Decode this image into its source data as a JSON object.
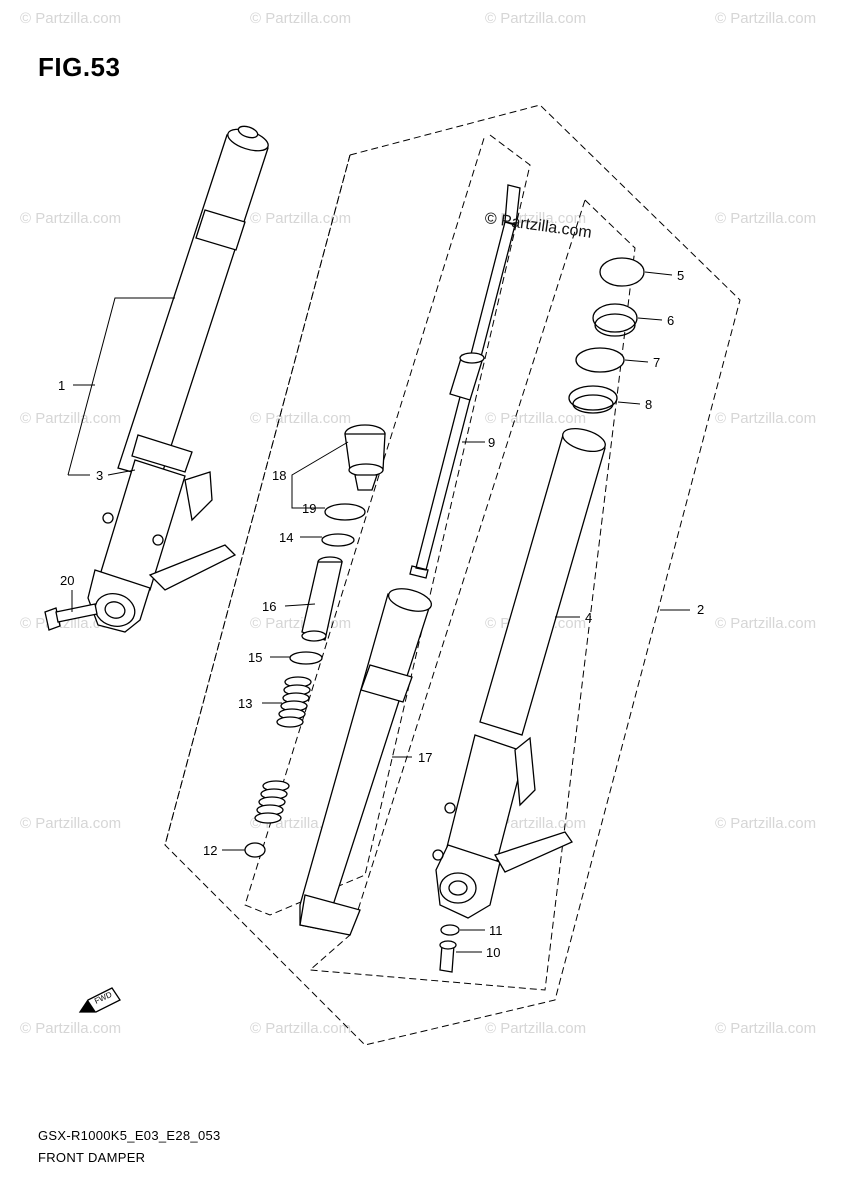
{
  "figure": {
    "title": "FIG.53"
  },
  "footer": {
    "code": "GSX-R1000K5_E03_E28_053",
    "name": "FRONT DAMPER"
  },
  "watermark": {
    "text": "© Partzilla.com",
    "dark_text": "© Partzilla.com"
  },
  "fwd_badge": "FWD",
  "callouts": [
    {
      "id": "1",
      "label": "1"
    },
    {
      "id": "2",
      "label": "2"
    },
    {
      "id": "3",
      "label": "3"
    },
    {
      "id": "4",
      "label": "4"
    },
    {
      "id": "5",
      "label": "5"
    },
    {
      "id": "6",
      "label": "6"
    },
    {
      "id": "7",
      "label": "7"
    },
    {
      "id": "8",
      "label": "8"
    },
    {
      "id": "9",
      "label": "9"
    },
    {
      "id": "10",
      "label": "10"
    },
    {
      "id": "11",
      "label": "11"
    },
    {
      "id": "12",
      "label": "12"
    },
    {
      "id": "13",
      "label": "13"
    },
    {
      "id": "14",
      "label": "14"
    },
    {
      "id": "15",
      "label": "15"
    },
    {
      "id": "16",
      "label": "16"
    },
    {
      "id": "17",
      "label": "17"
    },
    {
      "id": "18",
      "label": "18"
    },
    {
      "id": "19",
      "label": "19"
    },
    {
      "id": "20",
      "label": "20"
    }
  ]
}
